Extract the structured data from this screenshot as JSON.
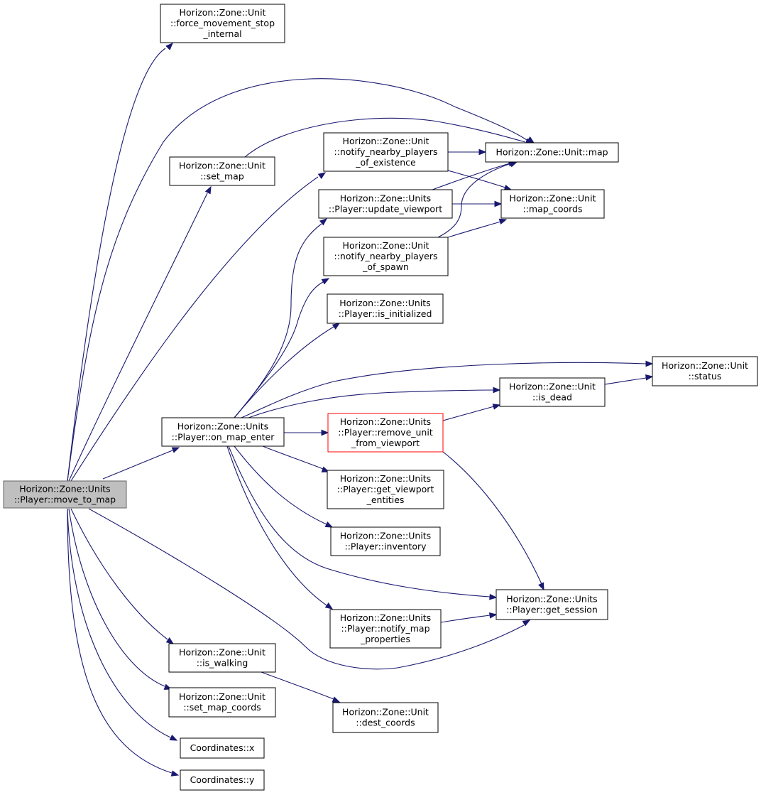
{
  "colors": {
    "edge": "#191970",
    "node_border": "#000000",
    "node_fill": "#ffffff",
    "root_fill": "#bfbfbf",
    "root_border": "#666666",
    "highlight_border": "#ff0000"
  },
  "nodes": [
    {
      "id": "move_to_map",
      "lines": [
        "Horizon::Zone::Units",
        "::Player::move_to_map"
      ],
      "style": "root"
    },
    {
      "id": "force_stop",
      "lines": [
        "Horizon::Zone::Unit",
        "::force_movement_stop",
        "_internal"
      ],
      "style": "normal"
    },
    {
      "id": "set_map",
      "lines": [
        "Horizon::Zone::Unit",
        "::set_map"
      ],
      "style": "normal"
    },
    {
      "id": "notify_existence",
      "lines": [
        "Horizon::Zone::Unit",
        "::notify_nearby_players",
        "_of_existence"
      ],
      "style": "normal"
    },
    {
      "id": "unit_map",
      "lines": [
        "Horizon::Zone::Unit::map"
      ],
      "style": "normal"
    },
    {
      "id": "update_viewport",
      "lines": [
        "Horizon::Zone::Units",
        "::Player::update_viewport"
      ],
      "style": "normal"
    },
    {
      "id": "map_coords",
      "lines": [
        "Horizon::Zone::Unit",
        "::map_coords"
      ],
      "style": "normal"
    },
    {
      "id": "notify_spawn",
      "lines": [
        "Horizon::Zone::Unit",
        "::notify_nearby_players",
        "_of_spawn"
      ],
      "style": "normal"
    },
    {
      "id": "is_initialized",
      "lines": [
        "Horizon::Zone::Units",
        "::Player::is_initialized"
      ],
      "style": "normal"
    },
    {
      "id": "status",
      "lines": [
        "Horizon::Zone::Unit",
        "::status"
      ],
      "style": "normal"
    },
    {
      "id": "is_dead",
      "lines": [
        "Horizon::Zone::Unit",
        "::is_dead"
      ],
      "style": "normal"
    },
    {
      "id": "on_map_enter",
      "lines": [
        "Horizon::Zone::Units",
        "::Player::on_map_enter"
      ],
      "style": "normal"
    },
    {
      "id": "remove_unit",
      "lines": [
        "Horizon::Zone::Units",
        "::Player::remove_unit",
        "_from_viewport"
      ],
      "style": "highlight"
    },
    {
      "id": "get_viewport_entities",
      "lines": [
        "Horizon::Zone::Units",
        "::Player::get_viewport",
        "_entities"
      ],
      "style": "normal"
    },
    {
      "id": "inventory",
      "lines": [
        "Horizon::Zone::Units",
        "::Player::inventory"
      ],
      "style": "normal"
    },
    {
      "id": "get_session",
      "lines": [
        "Horizon::Zone::Units",
        "::Player::get_session"
      ],
      "style": "normal"
    },
    {
      "id": "notify_map_properties",
      "lines": [
        "Horizon::Zone::Units",
        "::Player::notify_map",
        "_properties"
      ],
      "style": "normal"
    },
    {
      "id": "is_walking",
      "lines": [
        "Horizon::Zone::Unit",
        "::is_walking"
      ],
      "style": "normal"
    },
    {
      "id": "set_map_coords",
      "lines": [
        "Horizon::Zone::Unit",
        "::set_map_coords"
      ],
      "style": "normal"
    },
    {
      "id": "dest_coords",
      "lines": [
        "Horizon::Zone::Unit",
        "::dest_coords"
      ],
      "style": "normal"
    },
    {
      "id": "coord_x",
      "lines": [
        "Coordinates::x"
      ],
      "style": "normal"
    },
    {
      "id": "coord_y",
      "lines": [
        "Coordinates::y"
      ],
      "style": "normal"
    }
  ],
  "edges": [
    {
      "from": "move_to_map",
      "to": "force_stop"
    },
    {
      "from": "move_to_map",
      "to": "unit_map"
    },
    {
      "from": "move_to_map",
      "to": "set_map"
    },
    {
      "from": "move_to_map",
      "to": "notify_existence"
    },
    {
      "from": "move_to_map",
      "to": "on_map_enter"
    },
    {
      "from": "move_to_map",
      "to": "get_session"
    },
    {
      "from": "move_to_map",
      "to": "is_walking"
    },
    {
      "from": "move_to_map",
      "to": "set_map_coords"
    },
    {
      "from": "move_to_map",
      "to": "coord_x"
    },
    {
      "from": "move_to_map",
      "to": "coord_y"
    },
    {
      "from": "set_map",
      "to": "unit_map"
    },
    {
      "from": "notify_existence",
      "to": "unit_map"
    },
    {
      "from": "notify_existence",
      "to": "map_coords"
    },
    {
      "from": "update_viewport",
      "to": "unit_map"
    },
    {
      "from": "update_viewport",
      "to": "map_coords"
    },
    {
      "from": "notify_spawn",
      "to": "unit_map"
    },
    {
      "from": "notify_spawn",
      "to": "map_coords"
    },
    {
      "from": "on_map_enter",
      "to": "update_viewport"
    },
    {
      "from": "on_map_enter",
      "to": "notify_spawn"
    },
    {
      "from": "on_map_enter",
      "to": "is_initialized"
    },
    {
      "from": "on_map_enter",
      "to": "status"
    },
    {
      "from": "on_map_enter",
      "to": "is_dead"
    },
    {
      "from": "on_map_enter",
      "to": "remove_unit"
    },
    {
      "from": "on_map_enter",
      "to": "get_viewport_entities"
    },
    {
      "from": "on_map_enter",
      "to": "inventory"
    },
    {
      "from": "on_map_enter",
      "to": "get_session"
    },
    {
      "from": "on_map_enter",
      "to": "notify_map_properties"
    },
    {
      "from": "is_dead",
      "to": "status"
    },
    {
      "from": "remove_unit",
      "to": "is_dead"
    },
    {
      "from": "remove_unit",
      "to": "get_session"
    },
    {
      "from": "notify_map_properties",
      "to": "get_session"
    },
    {
      "from": "is_walking",
      "to": "dest_coords"
    }
  ]
}
